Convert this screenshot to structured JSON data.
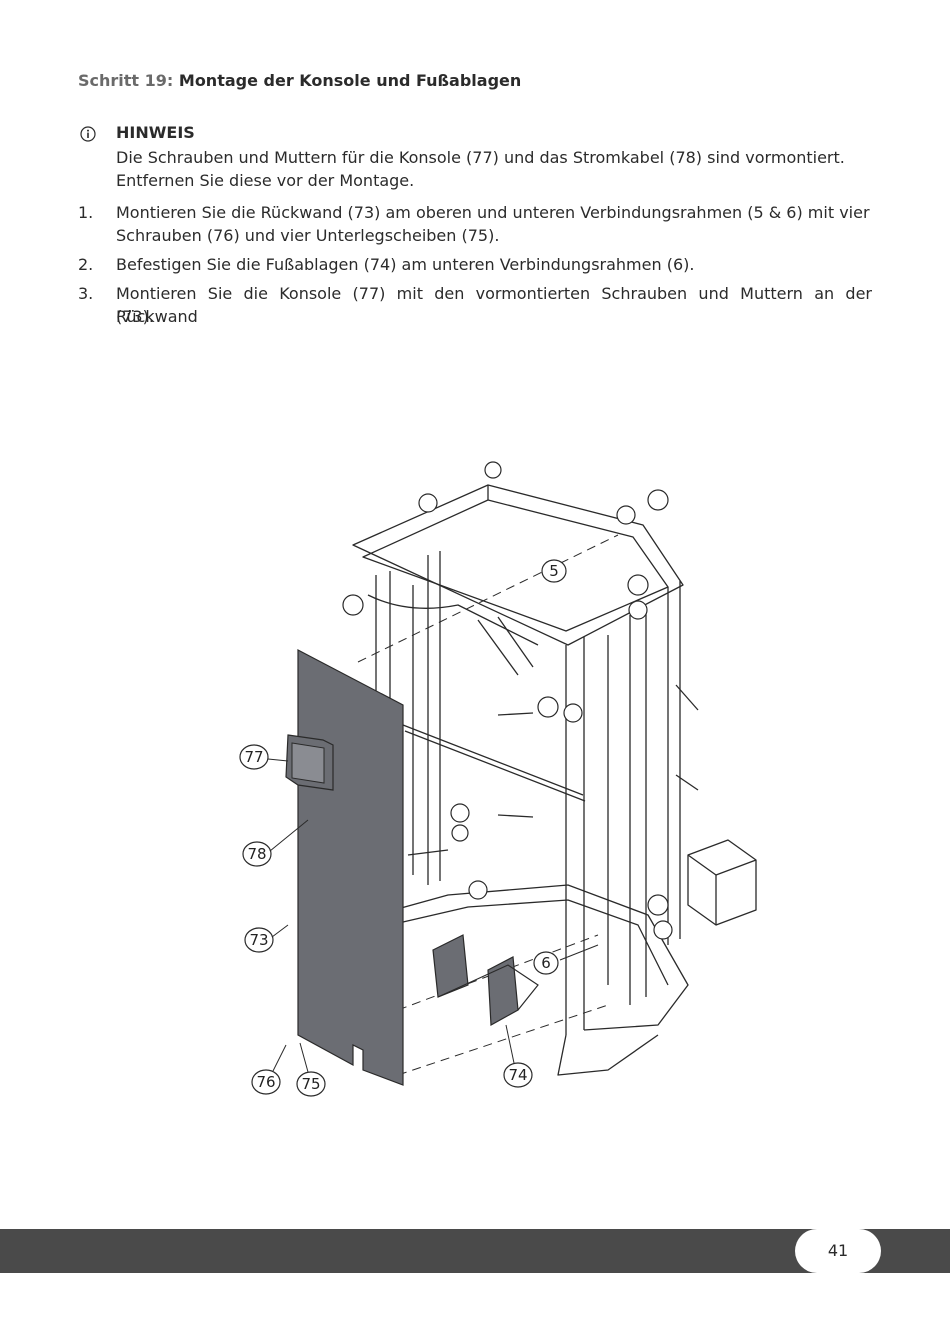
{
  "heading": {
    "step_label": "Schritt 19:",
    "title": "Montage der Konsole und Fußablagen"
  },
  "note": {
    "icon": "info-icon",
    "title": "HINWEIS",
    "line1": "Die Schrauben und Muttern für die Konsole (77) und das Stromkabel (78) sind vormontiert.",
    "line2": "Entfernen Sie diese vor der Montage."
  },
  "steps": [
    {
      "number": "1.",
      "line1": "Montieren Sie die Rückwand (73) am oberen und unteren Verbindungsrahmen (5 & 6) mit vier",
      "line2": "Schrauben (76) und vier Unterlegscheiben (75)."
    },
    {
      "number": "2.",
      "line1": "Befestigen Sie die Fußablagen (74) am unteren Verbindungsrahmen (6)."
    },
    {
      "number": "3.",
      "line1": "Montieren Sie die Konsole (77) mit den vormontierten Schrauben und Muttern an der Rückwand",
      "line2": "(73)."
    }
  ],
  "callouts": {
    "c5": "5",
    "c6": "6",
    "c73": "73",
    "c74": "74",
    "c75": "75",
    "c76": "76",
    "c77": "77",
    "c78": "78"
  },
  "colors": {
    "panel": "#6b6d73",
    "footer": "#4a4a4a",
    "line": "#2a2a2a"
  },
  "footer": {
    "page_number": "41"
  }
}
